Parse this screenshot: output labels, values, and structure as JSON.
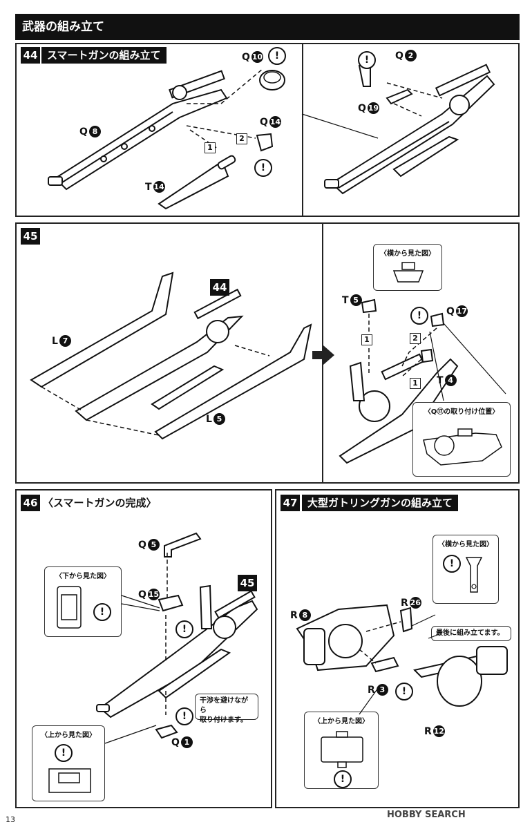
{
  "header": {
    "title": "武器の組み立て"
  },
  "steps": {
    "s44": {
      "number": "44",
      "title": "スマートガンの組み立て"
    },
    "s45": {
      "number": "45"
    },
    "s46": {
      "number": "46",
      "title": "〈スマートガンの完成〉"
    },
    "s47": {
      "number": "47",
      "title": "大型ガトリングガンの組み立て"
    }
  },
  "parts": {
    "q10": {
      "letter": "Q",
      "num": "10"
    },
    "q2": {
      "letter": "Q",
      "num": "2"
    },
    "q8": {
      "letter": "Q",
      "num": "8"
    },
    "q14": {
      "letter": "Q",
      "num": "14"
    },
    "q19": {
      "letter": "Q",
      "num": "19"
    },
    "t14": {
      "letter": "T",
      "num": "14"
    },
    "l7": {
      "letter": "L",
      "num": "7"
    },
    "l5": {
      "letter": "L",
      "num": "5"
    },
    "s45_ref": {
      "num": "44"
    },
    "t5": {
      "letter": "T",
      "num": "5"
    },
    "q17": {
      "letter": "Q",
      "num": "17"
    },
    "t4": {
      "letter": "T",
      "num": "4"
    },
    "q5": {
      "letter": "Q",
      "num": "5"
    },
    "q15": {
      "letter": "Q",
      "num": "15"
    },
    "q1": {
      "letter": "Q",
      "num": "1"
    },
    "s46_ref": {
      "num": "45"
    },
    "r8": {
      "letter": "R",
      "num": "8"
    },
    "r26": {
      "letter": "R",
      "num": "26"
    },
    "r3": {
      "letter": "R",
      "num": "3"
    },
    "r12": {
      "letter": "R",
      "num": "12"
    }
  },
  "order": {
    "one": "1",
    "two": "2"
  },
  "exclaim": "!",
  "insets": {
    "side_view_45": "〈横から見た図〉",
    "q17_pos": "〈Q⑰の取り付け位置〉",
    "bottom_view": "〈下から見た図〉",
    "top_view_46": "〈上から見た図〉",
    "side_view_47": "〈横から見た図〉",
    "top_view_47": "〈上から見た図〉"
  },
  "notes": {
    "avoid_interference": "干渉を避けながら\n取り付けます。",
    "attach_last": "最後に組み立てます。"
  },
  "footer": {
    "page": "13",
    "watermark": "HOBBY SEARCH"
  },
  "colors": {
    "ink": "#111111",
    "paper": "#ffffff",
    "line": "#222222"
  }
}
